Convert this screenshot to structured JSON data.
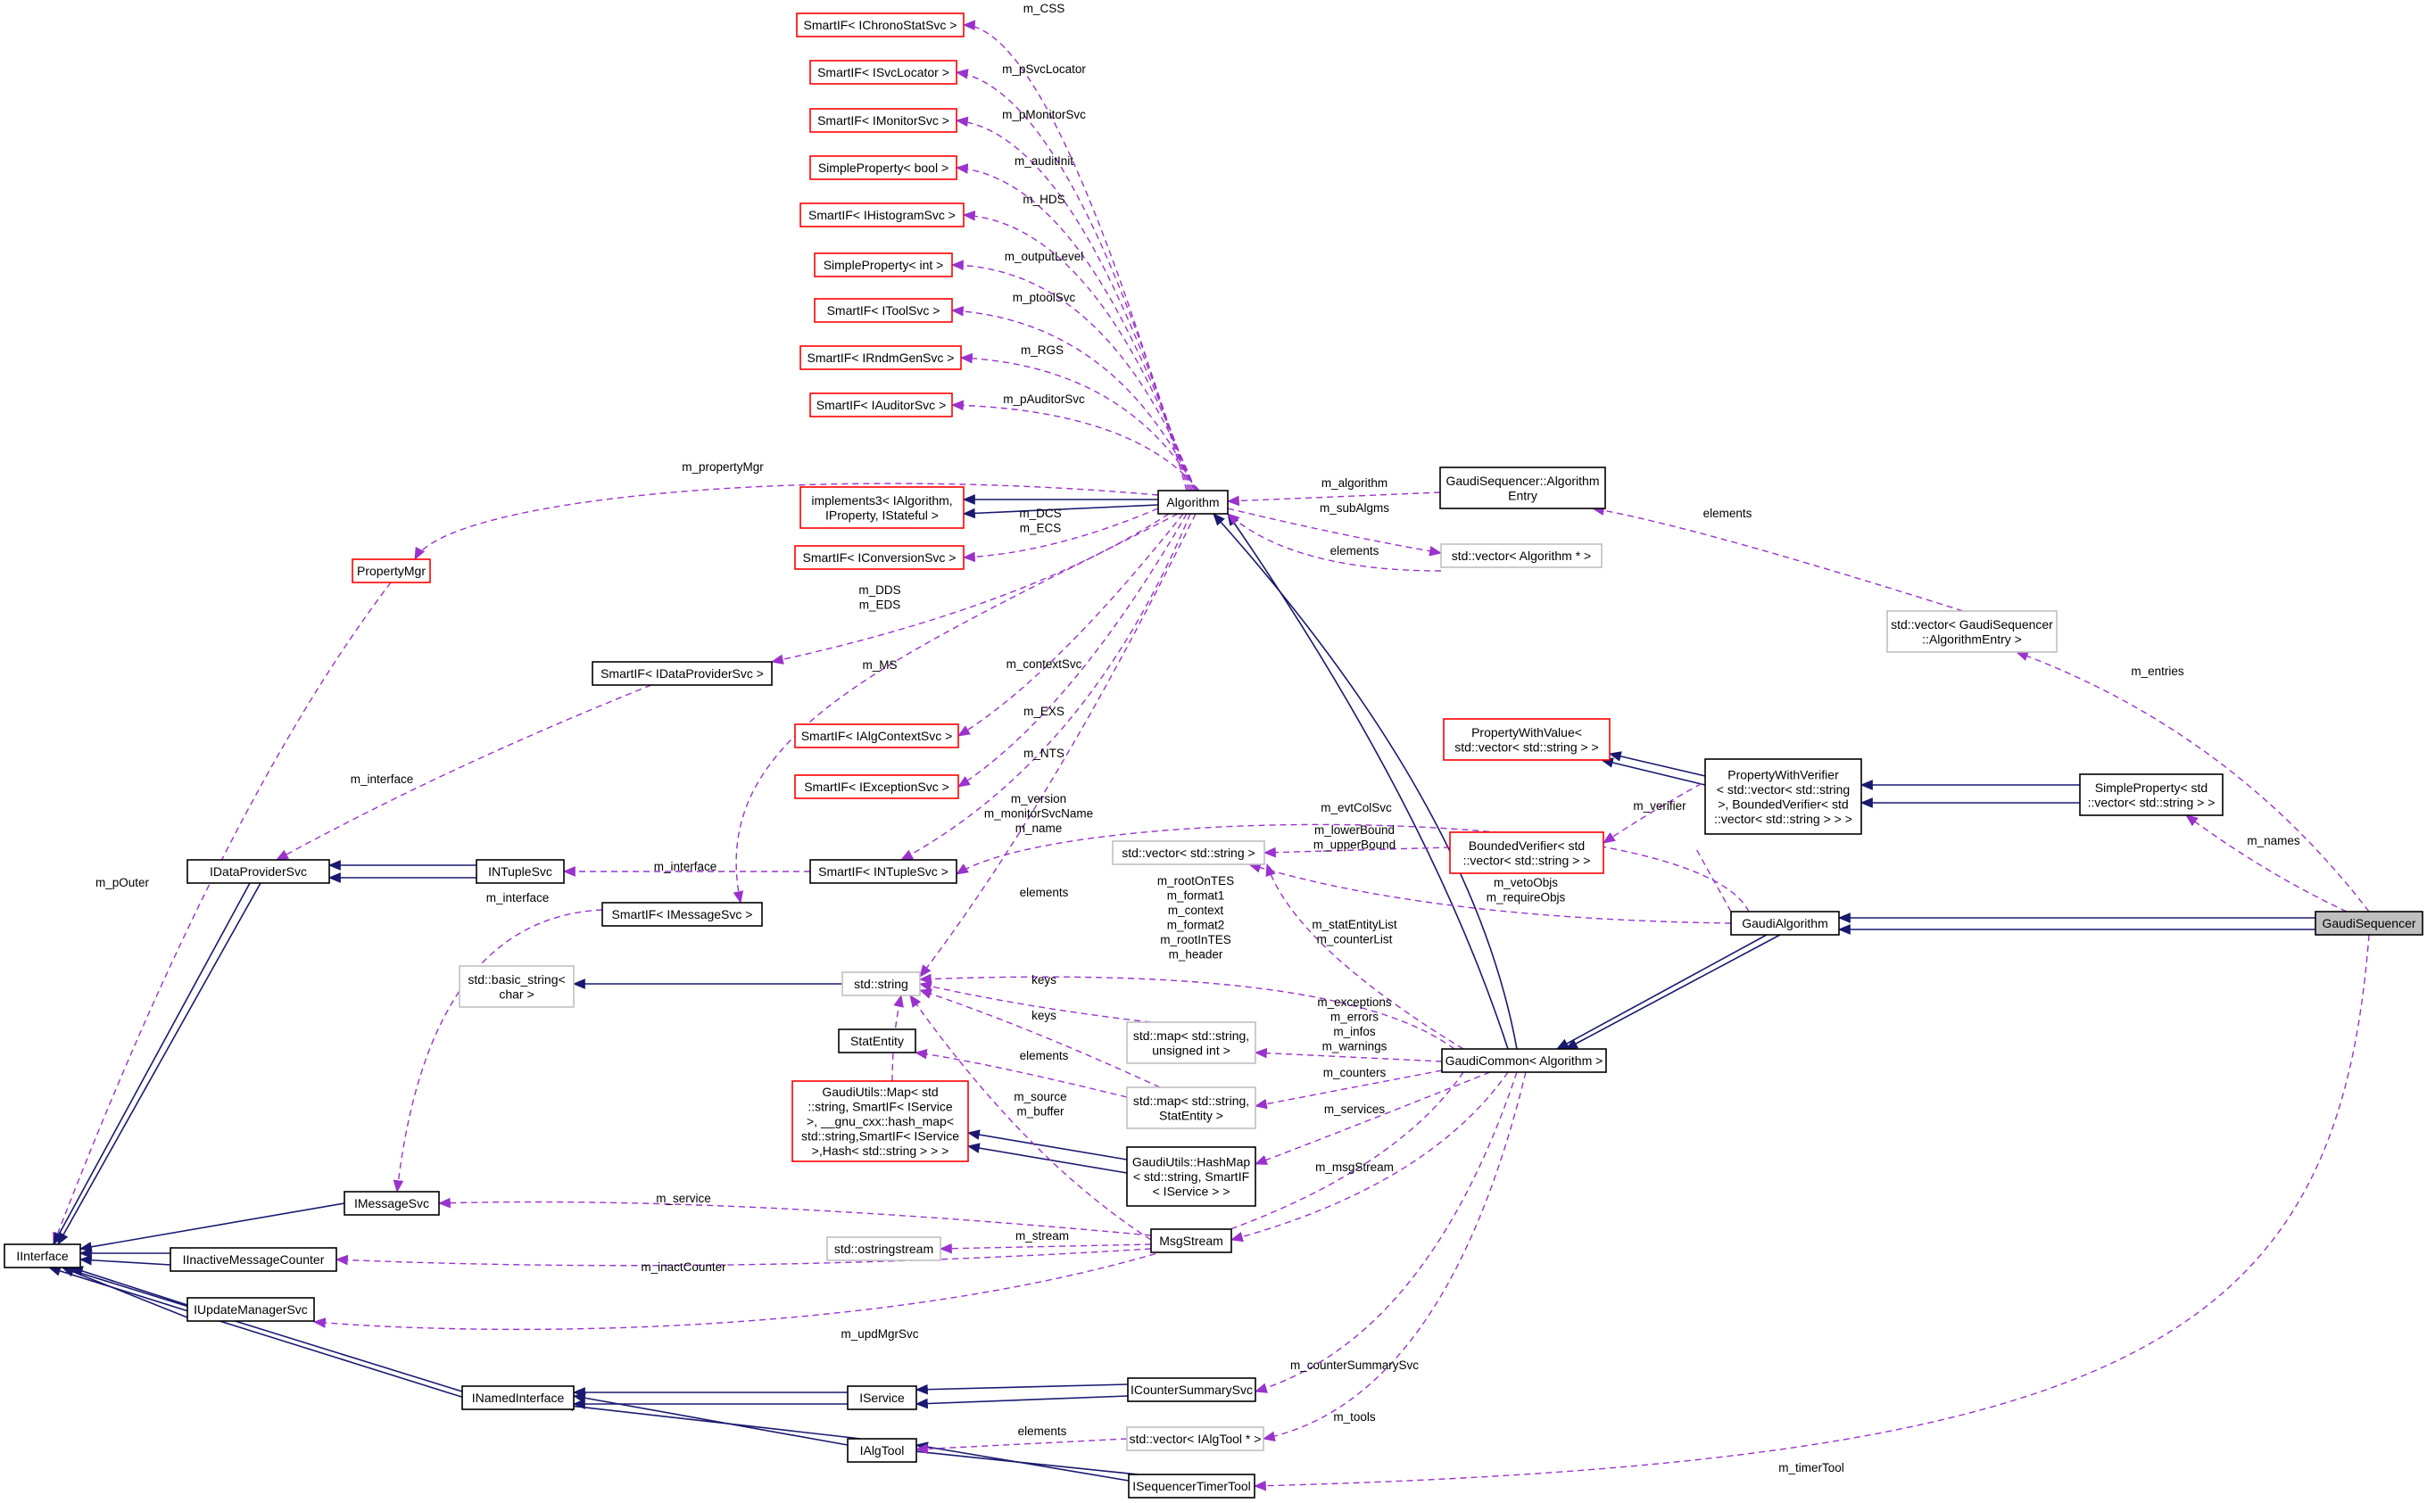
{
  "colors": {
    "inherit": "#191970",
    "usage": "#9a32cd",
    "border_red": "#ff0000",
    "border_black": "#000000",
    "border_gray": "#bfbfbf",
    "focus_fill": "#bfbfbf"
  },
  "nodes": [
    {
      "id": "chrono",
      "label": "SmartIF< IChronoStatSvc >",
      "style": "red"
    },
    {
      "id": "svcloc",
      "label": "SmartIF< ISvcLocator >",
      "style": "red"
    },
    {
      "id": "monsvc",
      "label": "SmartIF< IMonitorSvc >",
      "style": "red"
    },
    {
      "id": "spbool",
      "label": "SimpleProperty< bool >",
      "style": "red"
    },
    {
      "id": "histsvc",
      "label": "SmartIF< IHistogramSvc >",
      "style": "red"
    },
    {
      "id": "spint",
      "label": "SimpleProperty< int >",
      "style": "red"
    },
    {
      "id": "toolsvc",
      "label": "SmartIF< IToolSvc >",
      "style": "red"
    },
    {
      "id": "rndm",
      "label": "SmartIF< IRndmGenSvc >",
      "style": "red"
    },
    {
      "id": "auditor",
      "label": "SmartIF< IAuditorSvc >",
      "style": "red"
    },
    {
      "id": "impl3",
      "label": "implements3< IAlgorithm,\nIProperty, IStateful >",
      "style": "red"
    },
    {
      "id": "convsvc",
      "label": "SmartIF< IConversionSvc >",
      "style": "red"
    },
    {
      "id": "propmgr",
      "label": "PropertyMgr",
      "style": "red"
    },
    {
      "id": "sidp",
      "label": "SmartIF< IDataProviderSvc >",
      "style": "black"
    },
    {
      "id": "algctx",
      "label": "SmartIF< IAlgContextSvc >",
      "style": "red"
    },
    {
      "id": "excsvc",
      "label": "SmartIF< IExceptionSvc >",
      "style": "red"
    },
    {
      "id": "idp",
      "label": "IDataProviderSvc",
      "style": "black"
    },
    {
      "id": "ntuplesvc",
      "label": "INTupleSvc",
      "style": "black"
    },
    {
      "id": "sintuple",
      "label": "SmartIF< INTupleSvc >",
      "style": "black"
    },
    {
      "id": "smsgsvc",
      "label": "SmartIF< IMessageSvc >",
      "style": "black"
    },
    {
      "id": "basicstr",
      "label": "std::basic_string<\nchar >",
      "style": "gray"
    },
    {
      "id": "stdstring",
      "label": "std::string",
      "style": "gray"
    },
    {
      "id": "statent",
      "label": "StatEntity",
      "style": "black"
    },
    {
      "id": "guamap",
      "label": "GaudiUtils::Map< std\n::string, SmartIF< IService\n>, __gnu_cxx::hash_map<\nstd::string,SmartIF< IService\n>,Hash< std::string > > >",
      "style": "red"
    },
    {
      "id": "imsgsvc",
      "label": "IMessageSvc",
      "style": "black"
    },
    {
      "id": "iinterface",
      "label": "IInterface",
      "style": "black"
    },
    {
      "id": "inactive",
      "label": "IInactiveMessageCounter",
      "style": "black"
    },
    {
      "id": "iupdmgr",
      "label": "IUpdateManagerSvc",
      "style": "black"
    },
    {
      "id": "ostrstr",
      "label": "std::ostringstream",
      "style": "gray"
    },
    {
      "id": "inamed",
      "label": "INamedInterface",
      "style": "black"
    },
    {
      "id": "iservice",
      "label": "IService",
      "style": "black"
    },
    {
      "id": "ialgtool",
      "label": "IAlgTool",
      "style": "black"
    },
    {
      "id": "algorithm",
      "label": "Algorithm",
      "style": "black"
    },
    {
      "id": "gsae",
      "label": "GaudiSequencer::Algorithm\nEntry",
      "style": "black"
    },
    {
      "id": "vecalgptr",
      "label": "std::vector< Algorithm * >",
      "style": "gray"
    },
    {
      "id": "vecgsae",
      "label": "std::vector< GaudiSequencer\n::AlgorithmEntry >",
      "style": "gray"
    },
    {
      "id": "pwv",
      "label": "PropertyWithValue<\nstd::vector< std::string > >",
      "style": "red"
    },
    {
      "id": "pwver",
      "label": "PropertyWithVerifier\n< std::vector< std::string\n>, BoundedVerifier< std\n::vector< std::string > > >",
      "style": "black"
    },
    {
      "id": "spvec",
      "label": "SimpleProperty< std\n::vector< std::string > >",
      "style": "black"
    },
    {
      "id": "vecstr",
      "label": "std::vector< std::string >",
      "style": "gray"
    },
    {
      "id": "boundver",
      "label": "BoundedVerifier< std\n::vector< std::string > >",
      "style": "red"
    },
    {
      "id": "gaudialg",
      "label": "GaudiAlgorithm",
      "style": "black"
    },
    {
      "id": "gaudiseq",
      "label": "GaudiSequencer",
      "style": "focus"
    },
    {
      "id": "mapuint",
      "label": "std::map< std::string,\nunsigned int >",
      "style": "gray"
    },
    {
      "id": "mapstat",
      "label": "std::map< std::string,\nStatEntity >",
      "style": "gray"
    },
    {
      "id": "gaudicommon",
      "label": "GaudiCommon< Algorithm >",
      "style": "black"
    },
    {
      "id": "hashmap",
      "label": "GaudiUtils::HashMap\n< std::string, SmartIF\n< IService > >",
      "style": "black"
    },
    {
      "id": "msgstream",
      "label": "MsgStream",
      "style": "black"
    },
    {
      "id": "icounter",
      "label": "ICounterSummarySvc",
      "style": "black"
    },
    {
      "id": "vecalgtool",
      "label": "std::vector< IAlgTool * >",
      "style": "gray"
    },
    {
      "id": "iseqtimer",
      "label": "ISequencerTimerTool",
      "style": "black"
    }
  ],
  "edge_labels": [
    {
      "id": "l_css",
      "text": "m_CSS"
    },
    {
      "id": "l_psvcloc",
      "text": "m_pSvcLocator"
    },
    {
      "id": "l_pmon",
      "text": "m_pMonitorSvc"
    },
    {
      "id": "l_audinit",
      "text": "m_auditInit"
    },
    {
      "id": "l_hds",
      "text": "m_HDS"
    },
    {
      "id": "l_outlvl",
      "text": "m_outputLevel"
    },
    {
      "id": "l_ptool",
      "text": "m_ptoolSvc"
    },
    {
      "id": "l_rgs",
      "text": "m_RGS"
    },
    {
      "id": "l_paud",
      "text": "m_pAuditorSvc"
    },
    {
      "id": "l_propmgr",
      "text": "m_propertyMgr"
    },
    {
      "id": "l_dcs",
      "text": "m_DCS\nm_ECS"
    },
    {
      "id": "l_dds",
      "text": "m_DDS\nm_EDS"
    },
    {
      "id": "l_ms",
      "text": "m_MS"
    },
    {
      "id": "l_ctx",
      "text": "m_contextSvc"
    },
    {
      "id": "l_exs",
      "text": "m_EXS"
    },
    {
      "id": "l_nts",
      "text": "m_NTS"
    },
    {
      "id": "l_version",
      "text": "m_version\nm_monitorSvcName\nm_name"
    },
    {
      "id": "l_iface1",
      "text": "m_interface"
    },
    {
      "id": "l_iface2",
      "text": "m_interface"
    },
    {
      "id": "l_iface3",
      "text": "m_interface"
    },
    {
      "id": "l_pouter",
      "text": "m_pOuter"
    },
    {
      "id": "l_elements1",
      "text": "elements"
    },
    {
      "id": "l_rootontes",
      "text": "m_rootOnTES\nm_format1\nm_context\nm_format2\nm_rootInTES\nm_header"
    },
    {
      "id": "l_keys1",
      "text": "keys"
    },
    {
      "id": "l_keys2",
      "text": "keys"
    },
    {
      "id": "l_elements2",
      "text": "elements"
    },
    {
      "id": "l_source",
      "text": "m_source\nm_buffer"
    },
    {
      "id": "l_service",
      "text": "m_service"
    },
    {
      "id": "l_stream",
      "text": "m_stream"
    },
    {
      "id": "l_inact",
      "text": "m_inactCounter"
    },
    {
      "id": "l_updmgr",
      "text": "m_updMgrSvc"
    },
    {
      "id": "l_algorithm",
      "text": "m_algorithm"
    },
    {
      "id": "l_subalgms",
      "text": "m_subAlgms"
    },
    {
      "id": "l_elements3",
      "text": "elements"
    },
    {
      "id": "l_elements4",
      "text": "elements"
    },
    {
      "id": "l_entries",
      "text": "m_entries"
    },
    {
      "id": "l_evtcol",
      "text": "m_evtColSvc"
    },
    {
      "id": "l_lower",
      "text": "m_lowerBound\nm_upperBound"
    },
    {
      "id": "l_verifier",
      "text": "m_verifier"
    },
    {
      "id": "l_names",
      "text": "m_names"
    },
    {
      "id": "l_veto",
      "text": "m_vetoObjs\nm_requireObjs"
    },
    {
      "id": "l_statlist",
      "text": "m_statEntityList\nm_counterList"
    },
    {
      "id": "l_exceptions",
      "text": "m_exceptions\nm_errors\nm_infos\nm_warnings"
    },
    {
      "id": "l_counters",
      "text": "m_counters"
    },
    {
      "id": "l_services",
      "text": "m_services"
    },
    {
      "id": "l_msgstream",
      "text": "m_msgStream"
    },
    {
      "id": "l_countersum",
      "text": "m_counterSummarySvc"
    },
    {
      "id": "l_tools",
      "text": "m_tools"
    },
    {
      "id": "l_elements5",
      "text": "elements"
    },
    {
      "id": "l_timer",
      "text": "m_timerTool"
    }
  ],
  "edges": [
    {
      "from": "algorithm",
      "to": "chrono",
      "kind": "usage"
    },
    {
      "from": "algorithm",
      "to": "svcloc",
      "kind": "usage"
    },
    {
      "from": "algorithm",
      "to": "monsvc",
      "kind": "usage"
    },
    {
      "from": "algorithm",
      "to": "spbool",
      "kind": "usage"
    },
    {
      "from": "algorithm",
      "to": "histsvc",
      "kind": "usage"
    },
    {
      "from": "algorithm",
      "to": "spint",
      "kind": "usage"
    },
    {
      "from": "algorithm",
      "to": "toolsvc",
      "kind": "usage"
    },
    {
      "from": "algorithm",
      "to": "rndm",
      "kind": "usage"
    },
    {
      "from": "algorithm",
      "to": "auditor",
      "kind": "usage"
    },
    {
      "from": "algorithm",
      "to": "propmgr",
      "kind": "usage"
    },
    {
      "from": "algorithm",
      "to": "impl3",
      "kind": "inherit"
    },
    {
      "from": "algorithm",
      "to": "convsvc",
      "kind": "usage"
    },
    {
      "from": "algorithm",
      "to": "sidp",
      "kind": "usage"
    },
    {
      "from": "algorithm",
      "to": "smsgsvc",
      "kind": "usage"
    },
    {
      "from": "algorithm",
      "to": "algctx",
      "kind": "usage"
    },
    {
      "from": "algorithm",
      "to": "excsvc",
      "kind": "usage"
    },
    {
      "from": "algorithm",
      "to": "sintuple",
      "kind": "usage"
    },
    {
      "from": "algorithm",
      "to": "stdstring",
      "kind": "usage"
    },
    {
      "from": "gaudicommon",
      "to": "algorithm",
      "kind": "inherit"
    },
    {
      "from": "gsae",
      "to": "algorithm",
      "kind": "usage"
    },
    {
      "from": "algorithm",
      "to": "vecalgptr",
      "kind": "usage"
    },
    {
      "from": "vecalgptr",
      "to": "algorithm",
      "kind": "usage"
    },
    {
      "from": "vecgsae",
      "to": "gsae",
      "kind": "usage"
    },
    {
      "from": "gaudiseq",
      "to": "vecgsae",
      "kind": "usage"
    },
    {
      "from": "propmgr",
      "to": "iinterface",
      "kind": "usage"
    },
    {
      "from": "sidp",
      "to": "idp",
      "kind": "usage"
    },
    {
      "from": "ntuplesvc",
      "to": "idp",
      "kind": "inherit"
    },
    {
      "from": "sintuple",
      "to": "ntuplesvc",
      "kind": "usage"
    },
    {
      "from": "smsgsvc",
      "to": "imsgsvc",
      "kind": "usage"
    },
    {
      "from": "idp",
      "to": "iinterface",
      "kind": "inherit"
    },
    {
      "from": "imsgsvc",
      "to": "iinterface",
      "kind": "inherit"
    },
    {
      "from": "inactive",
      "to": "iinterface",
      "kind": "inherit"
    },
    {
      "from": "iupdmgr",
      "to": "iinterface",
      "kind": "inherit"
    },
    {
      "from": "inamed",
      "to": "iinterface",
      "kind": "inherit"
    },
    {
      "from": "stdstring",
      "to": "basicstr",
      "kind": "inherit"
    },
    {
      "from": "guamap",
      "to": "stdstring",
      "kind": "usage"
    },
    {
      "from": "mapuint",
      "to": "stdstring",
      "kind": "usage"
    },
    {
      "from": "mapstat",
      "to": "stdstring",
      "kind": "usage"
    },
    {
      "from": "mapstat",
      "to": "statent",
      "kind": "usage"
    },
    {
      "from": "hashmap",
      "to": "guamap",
      "kind": "inherit"
    },
    {
      "from": "msgstream",
      "to": "stdstring",
      "kind": "usage"
    },
    {
      "from": "msgstream",
      "to": "imsgsvc",
      "kind": "usage"
    },
    {
      "from": "msgstream",
      "to": "ostrstr",
      "kind": "usage"
    },
    {
      "from": "msgstream",
      "to": "inactive",
      "kind": "usage"
    },
    {
      "from": "gaudicommon",
      "to": "iupdmgr",
      "kind": "usage"
    },
    {
      "from": "iservice",
      "to": "inamed",
      "kind": "inherit"
    },
    {
      "from": "ialgtool",
      "to": "inamed",
      "kind": "inherit"
    },
    {
      "from": "icounter",
      "to": "iservice",
      "kind": "inherit"
    },
    {
      "from": "iseqtimer",
      "to": "ialgtool",
      "kind": "inherit"
    },
    {
      "from": "vecalgtool",
      "to": "ialgtool",
      "kind": "usage"
    },
    {
      "from": "pwver",
      "to": "pwv",
      "kind": "inherit"
    },
    {
      "from": "spvec",
      "to": "pwver",
      "kind": "inherit"
    },
    {
      "from": "pwver",
      "to": "boundver",
      "kind": "usage"
    },
    {
      "from": "boundver",
      "to": "vecstr",
      "kind": "usage"
    },
    {
      "from": "gaudiseq",
      "to": "spvec",
      "kind": "usage"
    },
    {
      "from": "gaudialg",
      "to": "vecstr",
      "kind": "usage"
    },
    {
      "from": "gaudialg",
      "to": "sintuple",
      "kind": "usage"
    },
    {
      "from": "gaudialg",
      "to": "gaudicommon",
      "kind": "inherit"
    },
    {
      "from": "gaudiseq",
      "to": "gaudialg",
      "kind": "inherit"
    },
    {
      "from": "gaudicommon",
      "to": "stdstring",
      "kind": "usage"
    },
    {
      "from": "gaudicommon",
      "to": "vecstr",
      "kind": "usage"
    },
    {
      "from": "gaudicommon",
      "to": "mapuint",
      "kind": "usage"
    },
    {
      "from": "gaudicommon",
      "to": "mapstat",
      "kind": "usage"
    },
    {
      "from": "gaudicommon",
      "to": "hashmap",
      "kind": "usage"
    },
    {
      "from": "gaudicommon",
      "to": "msgstream",
      "kind": "usage"
    },
    {
      "from": "gaudicommon",
      "to": "icounter",
      "kind": "usage"
    },
    {
      "from": "gaudicommon",
      "to": "vecalgtool",
      "kind": "usage"
    },
    {
      "from": "gaudiseq",
      "to": "iseqtimer",
      "kind": "usage"
    }
  ]
}
